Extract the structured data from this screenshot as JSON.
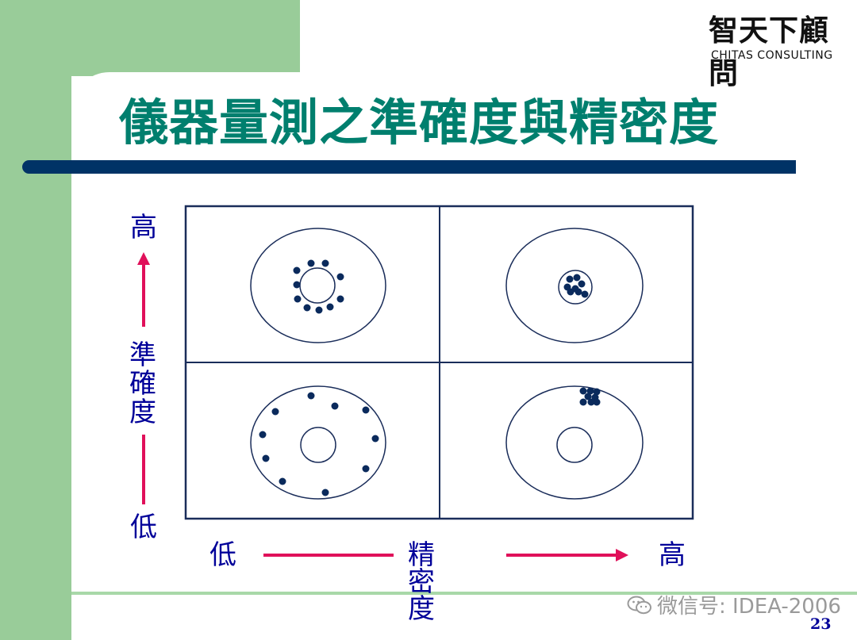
{
  "brand": {
    "name_cn": "智天下顧問",
    "name_en": "CHITAS CONSULTING"
  },
  "title": "儀器量測之準確度與精密度",
  "diagram": {
    "y_axis": {
      "label": "準確度",
      "high": "高",
      "low": "低"
    },
    "x_axis": {
      "label": "精密度",
      "low": "低",
      "high": "高"
    },
    "quadrants": [
      {
        "id": "high-accuracy-low-precision"
      },
      {
        "id": "high-accuracy-high-precision"
      },
      {
        "id": "low-accuracy-low-precision"
      },
      {
        "id": "low-accuracy-high-precision"
      }
    ],
    "colors": {
      "dots": "#0a2a5c",
      "axis_text": "#000099",
      "arrow": "#e0105a",
      "grid": "#1a2d5a"
    }
  },
  "watermark": {
    "icon": "wechat-icon",
    "text": "微信号: IDEA-2006"
  },
  "page_number": "23"
}
